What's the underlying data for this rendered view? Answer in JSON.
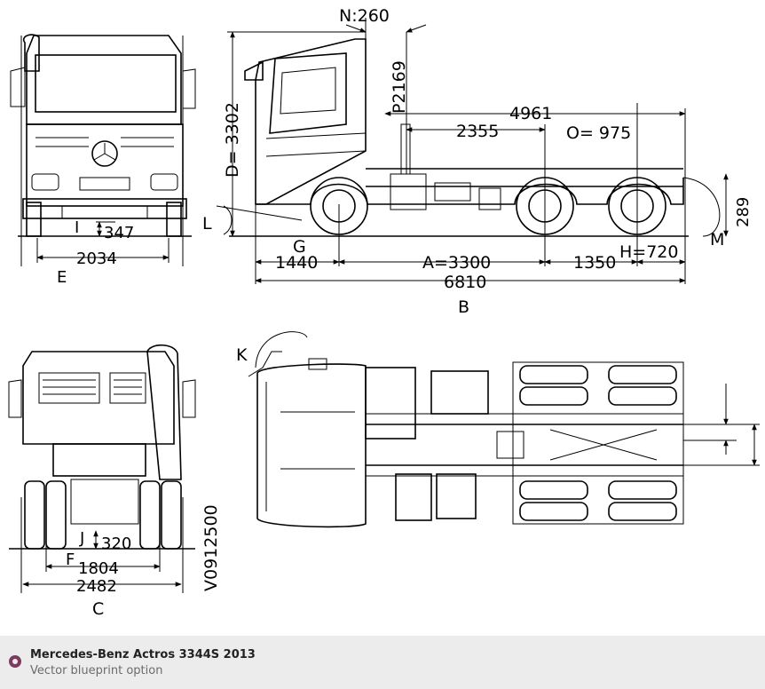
{
  "footer": {
    "title": "Mercedes-Benz Actros 3344S 2013",
    "subtitle": "Vector blueprint option"
  },
  "labels": {
    "n260": "N:260",
    "p2169": "P2169",
    "d3302": "D= 3302",
    "d4961": "4961",
    "d2355": "2355",
    "o975": "O= 975",
    "d289": "289",
    "l": "L",
    "m": "M",
    "g": "G",
    "i": "I",
    "d347": "347",
    "d2034": "2034",
    "e": "E",
    "d1440": "1440",
    "a3300": "A=3300",
    "d1350": "1350",
    "h720": "H=720",
    "d6810": "6810",
    "b": "B",
    "k": "K",
    "code": "V0912500",
    "j": "J",
    "d320": "320",
    "f": "F",
    "d1804": "1804",
    "d2482": "2482",
    "c": "C"
  }
}
